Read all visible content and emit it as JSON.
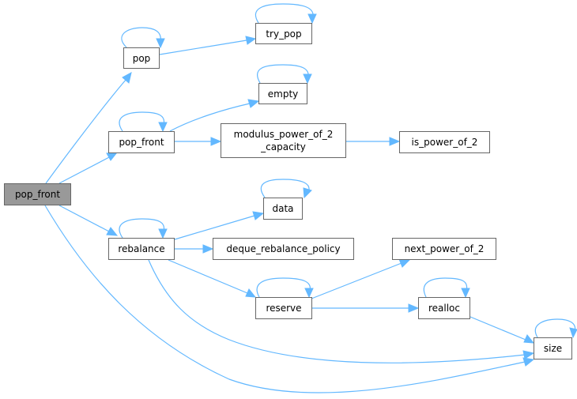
{
  "diagram": {
    "type": "call-graph",
    "colors": {
      "edge": "#63b8ff",
      "node_border": "#666666",
      "root_fill": "#999999",
      "node_fill": "#ffffff"
    },
    "nodes": [
      {
        "id": "root",
        "label": "pop_front",
        "highlighted": true
      },
      {
        "id": "pop",
        "label": "pop"
      },
      {
        "id": "try_pop",
        "label": "try_pop"
      },
      {
        "id": "empty",
        "label": "empty"
      },
      {
        "id": "pop_front",
        "label": "pop_front"
      },
      {
        "id": "modulus",
        "label": "modulus_power_of_2\n_capacity"
      },
      {
        "id": "is_power_of_2",
        "label": "is_power_of_2"
      },
      {
        "id": "data",
        "label": "data"
      },
      {
        "id": "rebalance",
        "label": "rebalance"
      },
      {
        "id": "policy",
        "label": "deque_rebalance_policy"
      },
      {
        "id": "next_power_of_2",
        "label": "next_power_of_2"
      },
      {
        "id": "reserve",
        "label": "reserve"
      },
      {
        "id": "realloc",
        "label": "realloc"
      },
      {
        "id": "size",
        "label": "size"
      }
    ],
    "edges": [
      {
        "from": "root",
        "to": "pop"
      },
      {
        "from": "root",
        "to": "pop_front"
      },
      {
        "from": "root",
        "to": "rebalance"
      },
      {
        "from": "root",
        "to": "size"
      },
      {
        "from": "pop",
        "to": "pop"
      },
      {
        "from": "pop",
        "to": "try_pop"
      },
      {
        "from": "try_pop",
        "to": "try_pop"
      },
      {
        "from": "pop_front",
        "to": "pop_front"
      },
      {
        "from": "pop_front",
        "to": "empty"
      },
      {
        "from": "pop_front",
        "to": "modulus"
      },
      {
        "from": "empty",
        "to": "empty"
      },
      {
        "from": "modulus",
        "to": "is_power_of_2"
      },
      {
        "from": "rebalance",
        "to": "rebalance"
      },
      {
        "from": "rebalance",
        "to": "data"
      },
      {
        "from": "rebalance",
        "to": "policy"
      },
      {
        "from": "rebalance",
        "to": "reserve"
      },
      {
        "from": "rebalance",
        "to": "size"
      },
      {
        "from": "data",
        "to": "data"
      },
      {
        "from": "reserve",
        "to": "reserve"
      },
      {
        "from": "reserve",
        "to": "next_power_of_2"
      },
      {
        "from": "reserve",
        "to": "realloc"
      },
      {
        "from": "realloc",
        "to": "realloc"
      },
      {
        "from": "realloc",
        "to": "size"
      },
      {
        "from": "size",
        "to": "size"
      }
    ]
  }
}
